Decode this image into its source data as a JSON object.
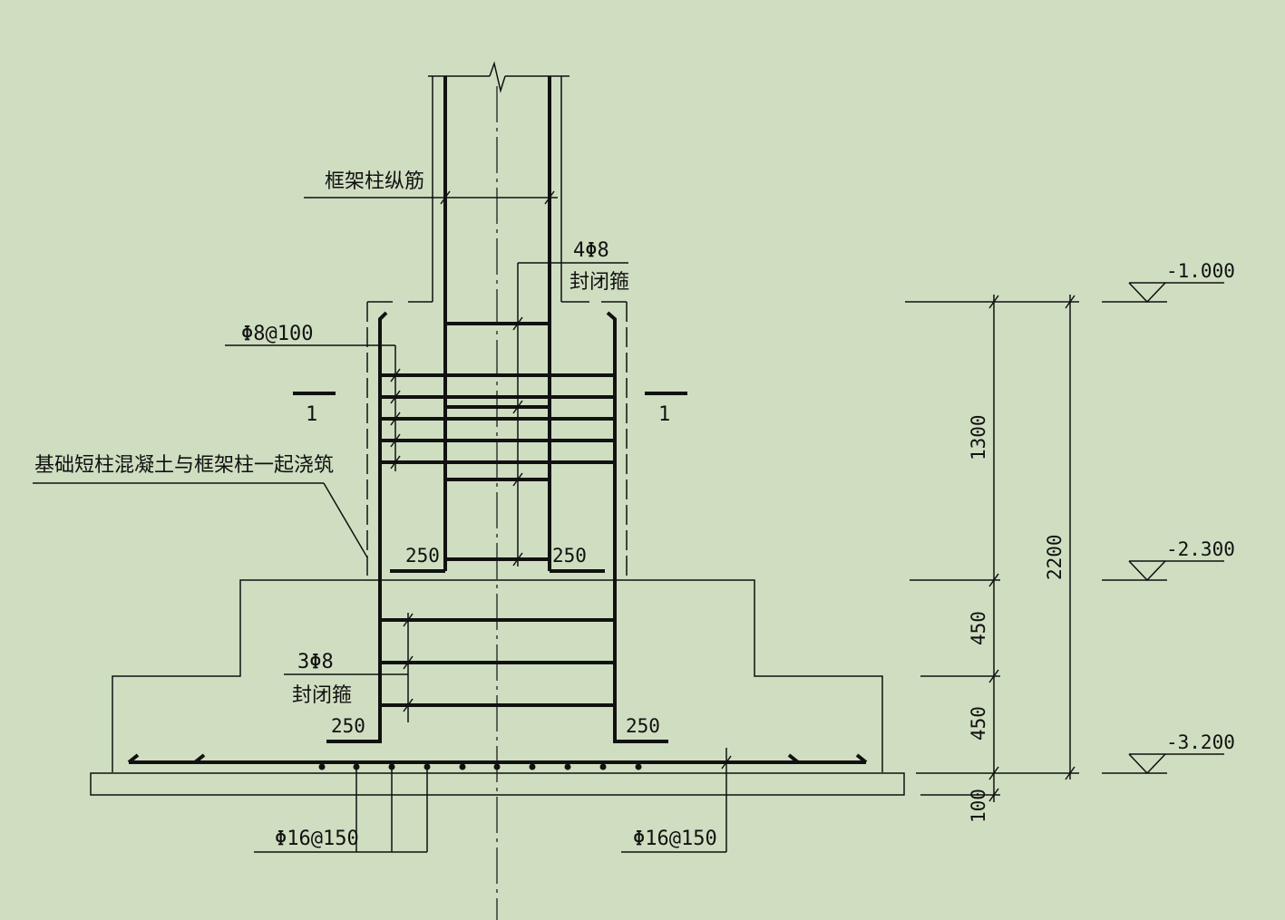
{
  "labels": {
    "column_rebar": "框架柱纵筋",
    "top_stirrup_count": "4Φ8",
    "top_stirrup_type": "封闭箍",
    "stirrup_spacing": "Φ8@100",
    "section_mark": "1",
    "pour_note": "基础短柱混凝土与框架柱一起浇筑",
    "bottom_stirrup_count": "3Φ8",
    "bottom_stirrup_type": "封闭箍",
    "bottom_rebar_left": "Φ16@150",
    "bottom_rebar_right": "Φ16@150"
  },
  "anchorage": {
    "upper_left": "250",
    "upper_right": "250",
    "lower_left": "250",
    "lower_right": "250"
  },
  "elevations": {
    "top": "-1.000",
    "middle": "-2.300",
    "bottom": "-3.200"
  },
  "dimensions": {
    "seg1": "1300",
    "seg2": "450",
    "seg3": "450",
    "seg4": "100",
    "total": "2200"
  }
}
